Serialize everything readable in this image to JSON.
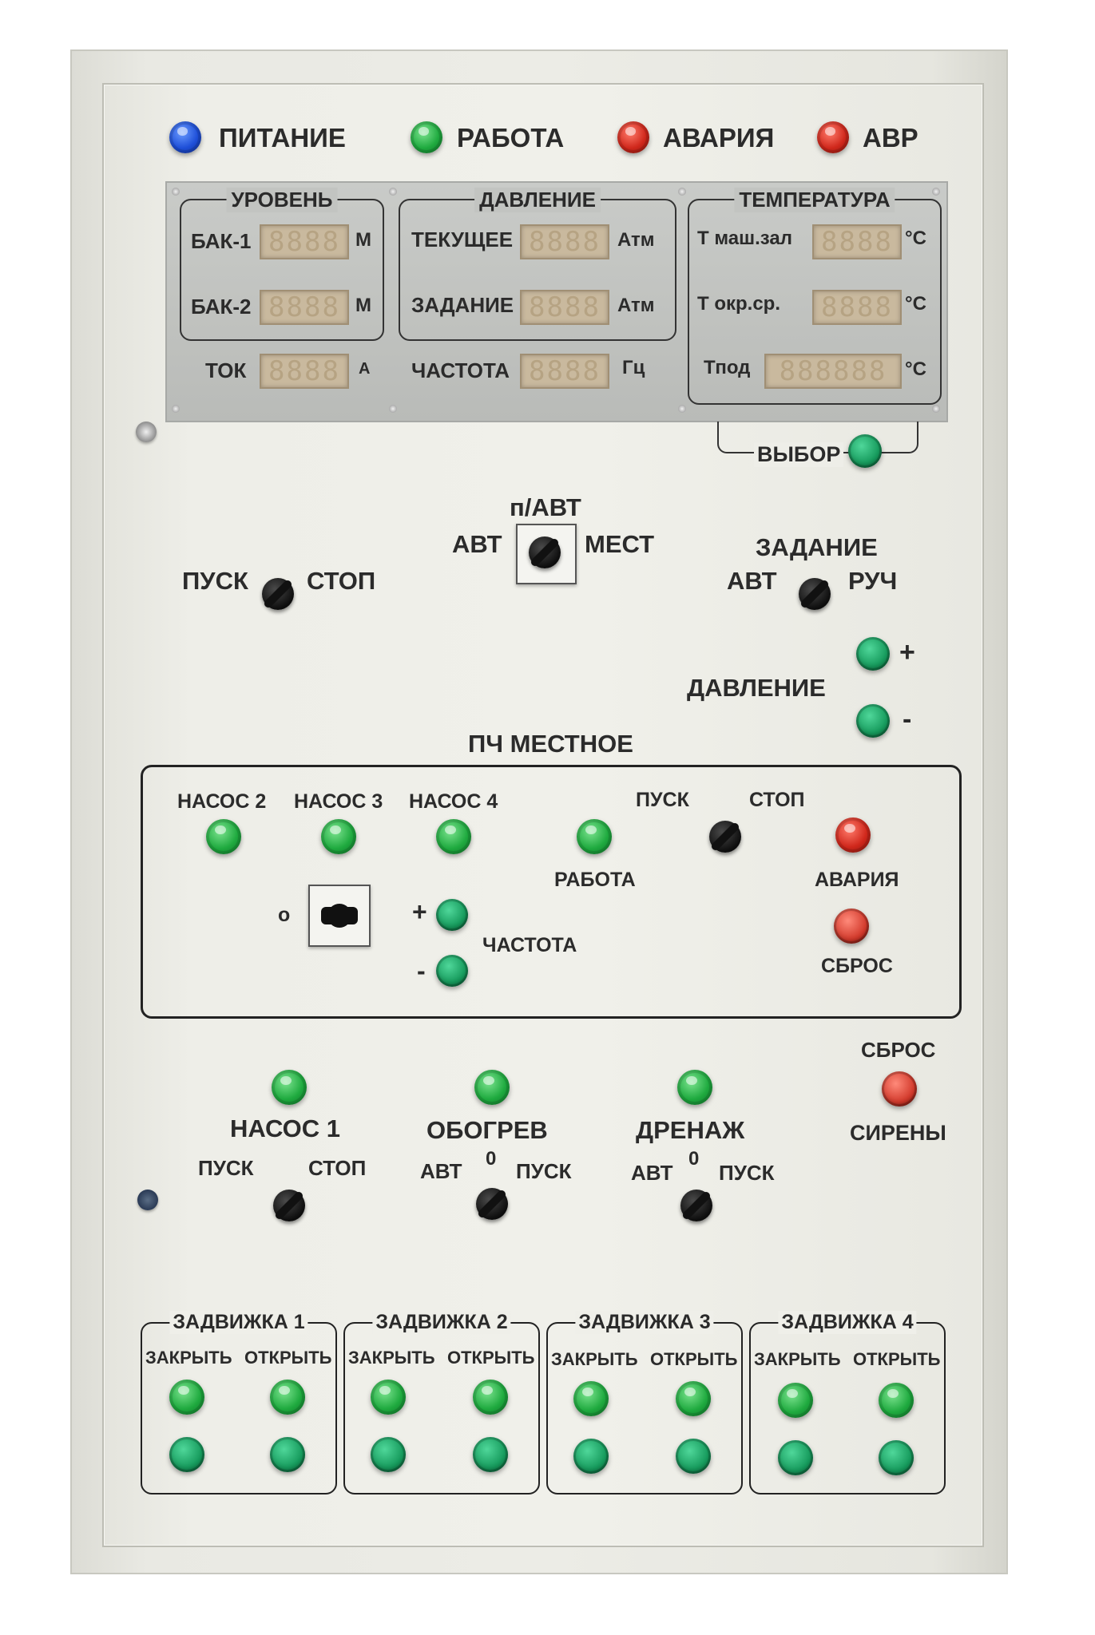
{
  "indicators": [
    {
      "label": "ПИТАНИЕ",
      "color": "#1e4fd8"
    },
    {
      "label": "РАБОТА",
      "color": "#1faa3f"
    },
    {
      "label": "АВАРИЯ",
      "color": "#d0281c"
    },
    {
      "label": "АВР",
      "color": "#d0281c"
    }
  ],
  "display": {
    "level": {
      "title": "УРОВЕНЬ",
      "rows": [
        {
          "label": "БАК-1",
          "digits": "8888",
          "unit": "М"
        },
        {
          "label": "БАК-2",
          "digits": "8888",
          "unit": "М"
        }
      ]
    },
    "current": {
      "label": "ТОК",
      "digits": "8888",
      "unit": "А"
    },
    "pressure": {
      "title": "ДАВЛЕНИЕ",
      "rows": [
        {
          "label": "ТЕКУЩЕЕ",
          "digits": "8888",
          "unit": "Атм"
        },
        {
          "label": "ЗАДАНИЕ",
          "digits": "8888",
          "unit": "Атм"
        }
      ]
    },
    "frequency": {
      "label": "ЧАСТОТА",
      "digits": "8888",
      "unit": "Гц"
    },
    "temperature": {
      "title": "ТЕМПЕРАТУРА",
      "rows": [
        {
          "label": "Т маш.зал",
          "digits": "8888",
          "unit": "°С"
        },
        {
          "label": "Т окр.ср.",
          "digits": "8888",
          "unit": "°С"
        },
        {
          "label": "Тпод",
          "digits": "888888",
          "unit": "°С"
        }
      ]
    }
  },
  "select_button": {
    "label": "ВЫБОР"
  },
  "mode_switch": {
    "top": "п/АВТ",
    "left": "АВТ",
    "right": "МЕСТ"
  },
  "start_stop": {
    "left": "ПУСК",
    "right": "СТОП"
  },
  "setpoint": {
    "title": "ЗАДАНИЕ",
    "left": "АВТ",
    "right": "РУЧ"
  },
  "pressure_adjust": {
    "label": "ДАВЛЕНИЕ",
    "plus": "+",
    "minus": "-"
  },
  "vfd_local": {
    "title": "ПЧ МЕСТНОЕ",
    "pumps": [
      "НАСОС 2",
      "НАСОС 3",
      "НАСОС 4"
    ],
    "selector_label": "о",
    "start": "ПУСК",
    "stop": "СТОП",
    "run": "РАБОТА",
    "alarm": "АВАРИЯ",
    "reset": "СБРОС",
    "frequency": "ЧАСТОТА",
    "plus": "+",
    "minus": "-"
  },
  "siren_reset": {
    "top": "СБРОС",
    "bottom": "СИРЕНЫ"
  },
  "units": [
    {
      "title": "НАСОС 1",
      "left": "ПУСК",
      "right": "СТОП",
      "zero": ""
    },
    {
      "title": "ОБОГРЕВ",
      "left": "АВТ",
      "right": "ПУСК",
      "zero": "0"
    },
    {
      "title": "ДРЕНАЖ",
      "left": "АВТ",
      "right": "ПУСК",
      "zero": "0"
    }
  ],
  "valves": [
    {
      "title": "ЗАДВИЖКА 1",
      "close": "ЗАКРЫТЬ",
      "open": "ОТКРЫТЬ"
    },
    {
      "title": "ЗАДВИЖКА 2",
      "close": "ЗАКРЫТЬ",
      "open": "ОТКРЫТЬ"
    },
    {
      "title": "ЗАДВИЖКА 3",
      "close": "ЗАКРЫТЬ",
      "open": "ОТКРЫТЬ"
    },
    {
      "title": "ЗАДВИЖКА 4",
      "close": "ЗАКРЫТЬ",
      "open": "ОТКРЫТЬ"
    }
  ],
  "colors": {
    "green_lamp": "#1faa3f",
    "green_button": "#169a5c",
    "red_lamp": "#d0281c",
    "blue_lamp": "#1e4fd8"
  }
}
